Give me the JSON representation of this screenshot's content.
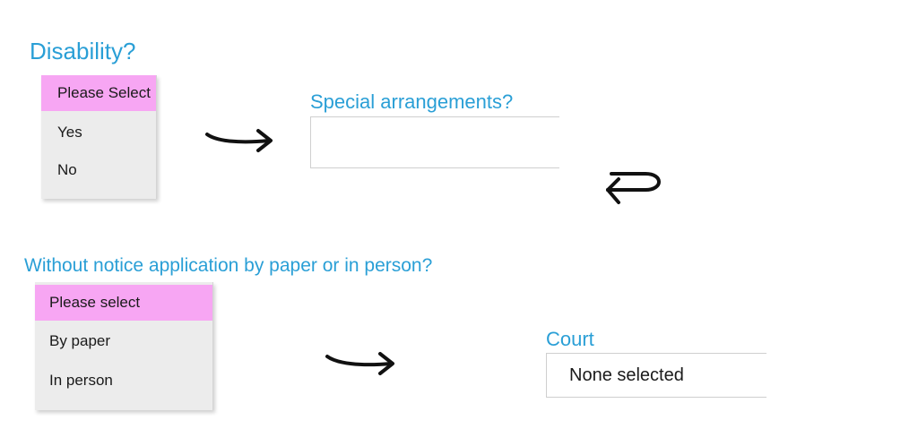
{
  "disability": {
    "label": "Disability?",
    "options": [
      "Please Select",
      "Yes",
      "No"
    ],
    "selected_index": 0,
    "highlight_color": "#f7a6f3"
  },
  "special_arrangements": {
    "label": "Special arrangements?",
    "value": ""
  },
  "without_notice": {
    "label": "Without notice application by paper or in person?",
    "options": [
      "Please select",
      "By paper",
      "In person"
    ],
    "selected_index": 0
  },
  "court": {
    "label": "Court",
    "value": "None selected"
  },
  "arrows": {
    "icons": [
      "right-arrow-icon",
      "return-arrow-icon",
      "right-arrow-icon"
    ]
  },
  "colors": {
    "label_blue": "#2a9fd6",
    "dropdown_bg": "#ececec",
    "highlight": "#f7a6f3"
  }
}
